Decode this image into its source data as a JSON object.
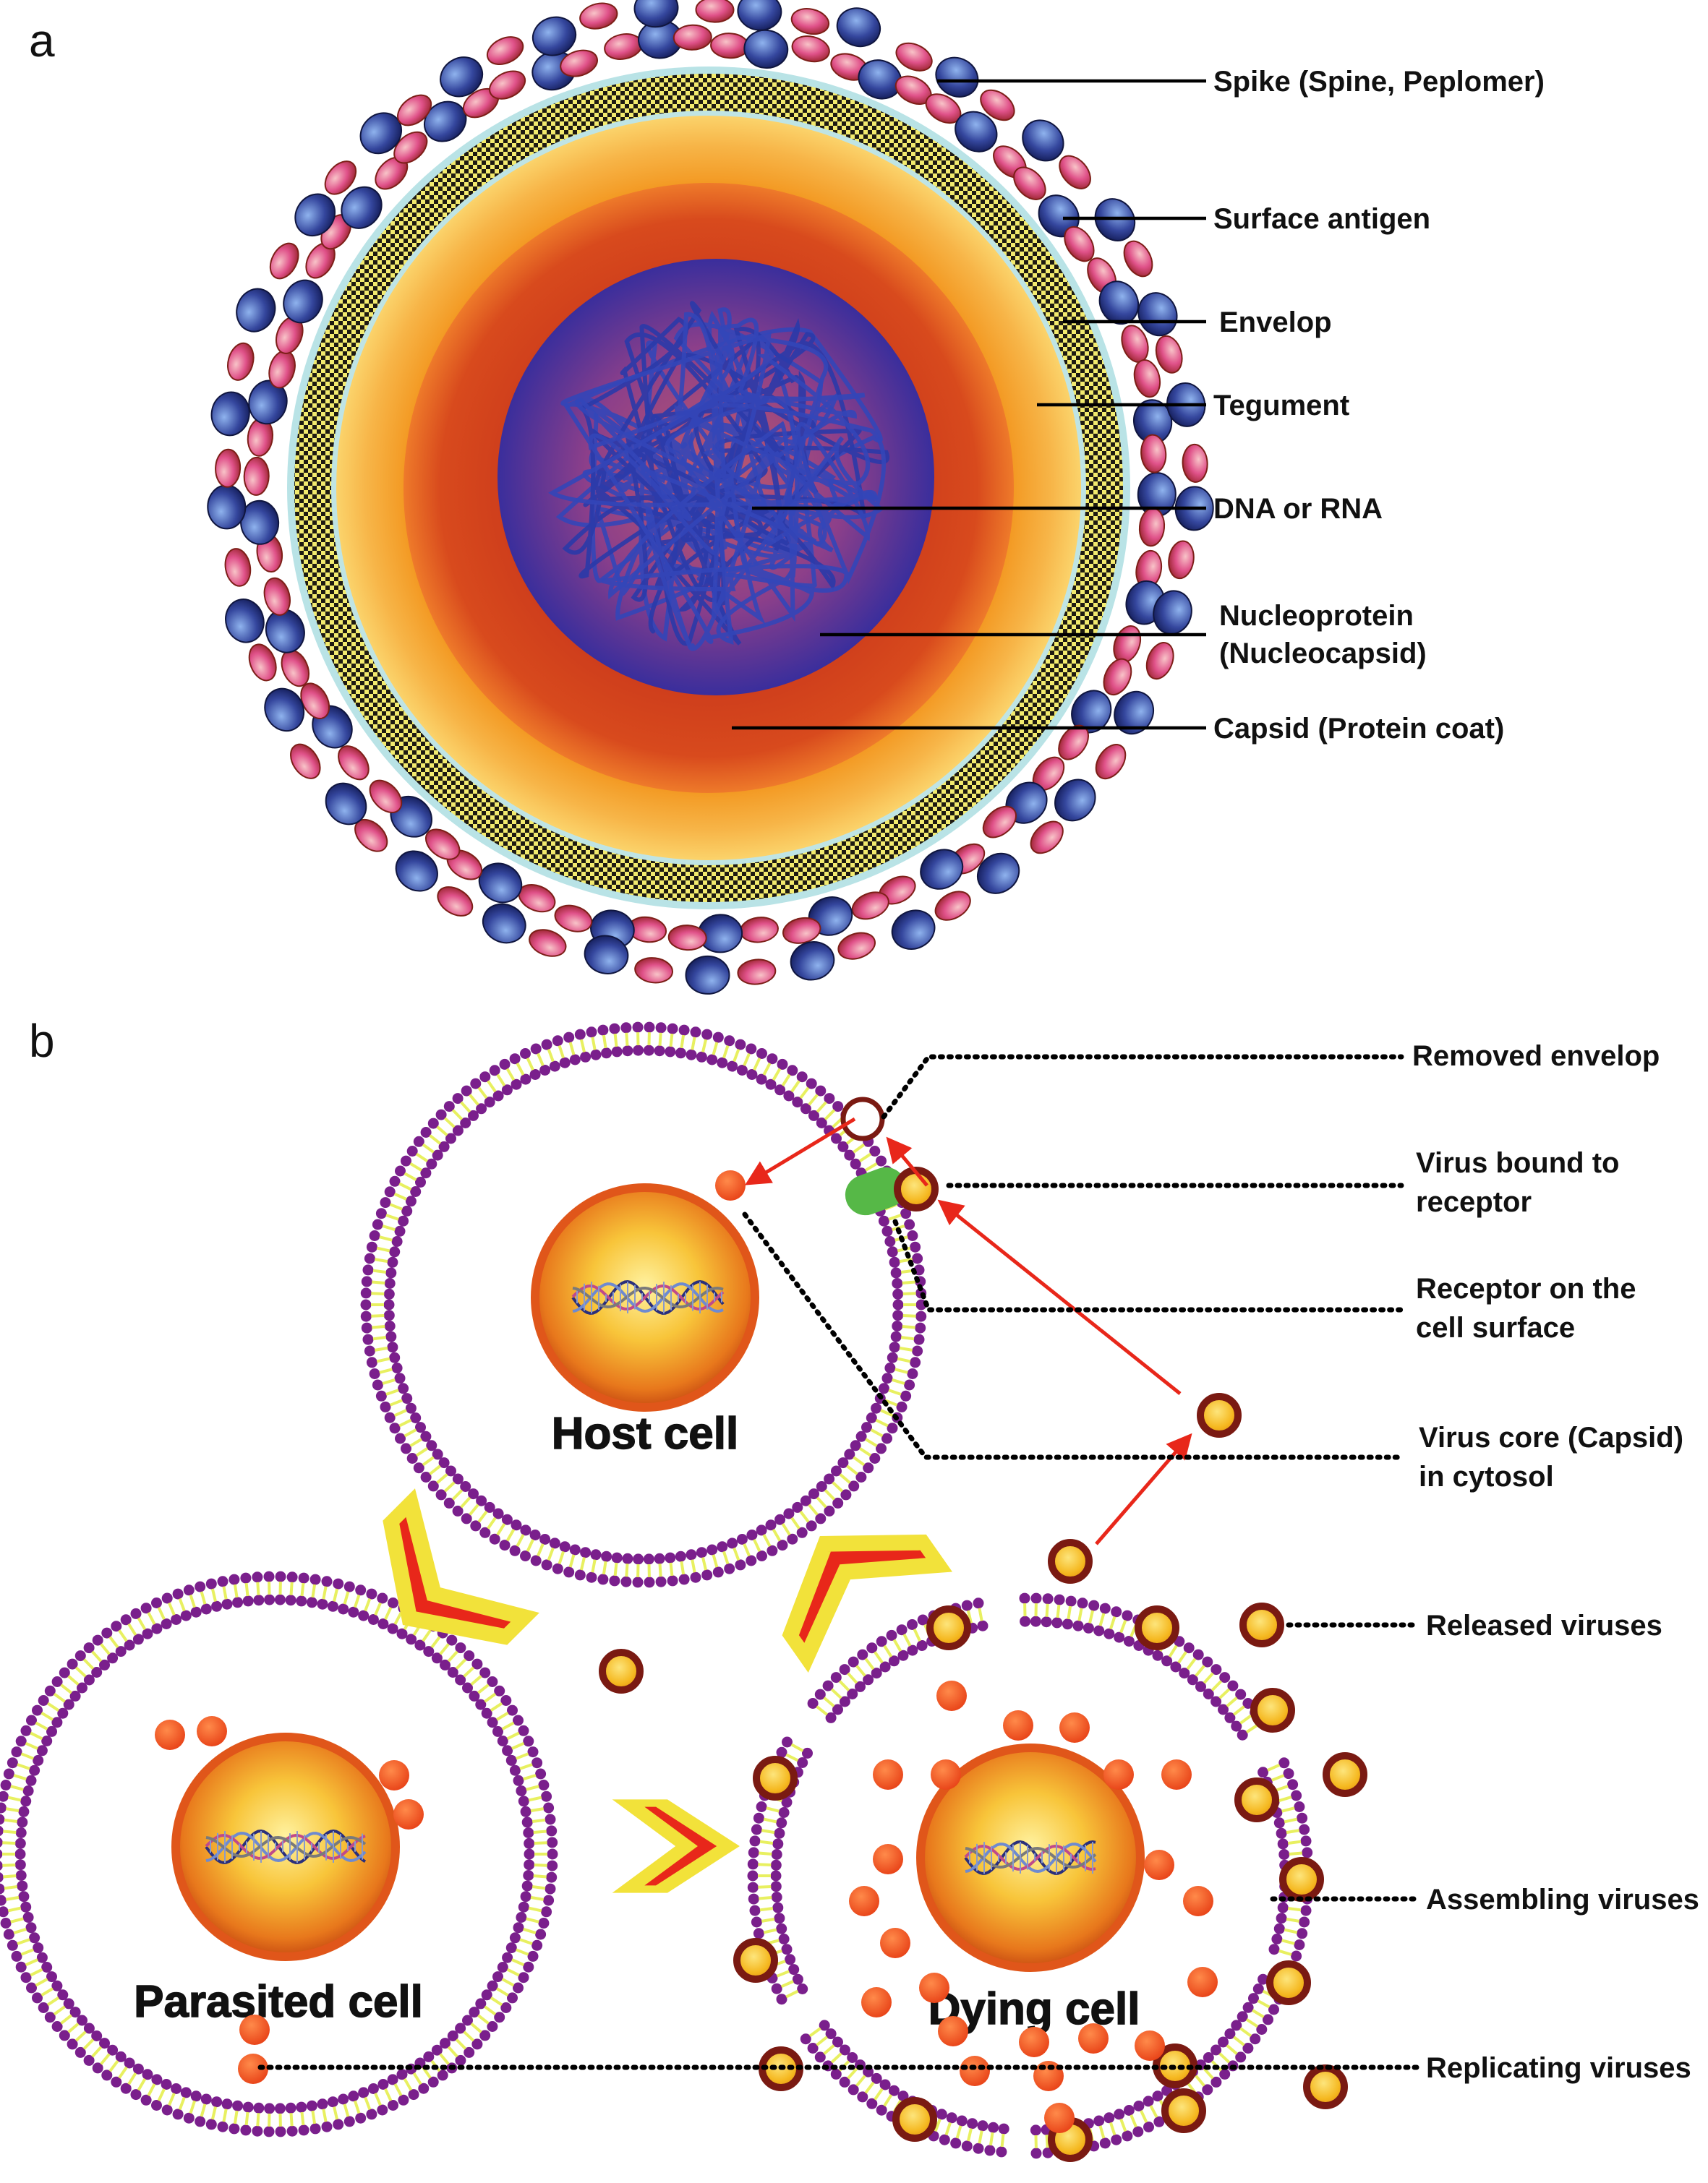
{
  "panel_a": {
    "letter": "a",
    "labels": {
      "spike": "Spike (Spine, Peplomer)",
      "surface_antigen": "Surface antigen",
      "envelop": "Envelop",
      "tegument": "Tegument",
      "dna_rna": "DNA or RNA",
      "nucleoprotein_1": "Nucleoprotein",
      "nucleoprotein_2": "(Nucleocapsid)",
      "capsid": "Capsid (Protein coat)"
    }
  },
  "panel_b": {
    "letter": "b",
    "cells": {
      "host": "Host cell",
      "parasited": "Parasited cell",
      "dying": "Dying cell"
    },
    "labels": {
      "removed_envelop": "Removed envelop",
      "virus_bound_1": "Virus bound to",
      "virus_bound_2": "receptor",
      "receptor_1": "Receptor on the",
      "receptor_2": "cell surface",
      "virus_core_1": "Virus core (Capsid)",
      "virus_core_2": "in cytosol",
      "released": "Released viruses",
      "assembling": "Assembling viruses",
      "replicating": "Replicating viruses"
    }
  },
  "colors": {
    "membrane_purple": "#7a1f8c",
    "membrane_yellow": "#e8f060",
    "virus_orange": "#f5601e",
    "virus_gold": "#f6c22d",
    "virus_ring": "#7a1a12",
    "arrow_red": "#e8271a",
    "arrow_outline": "#f2e23a",
    "receptor_green": "#56b847"
  }
}
